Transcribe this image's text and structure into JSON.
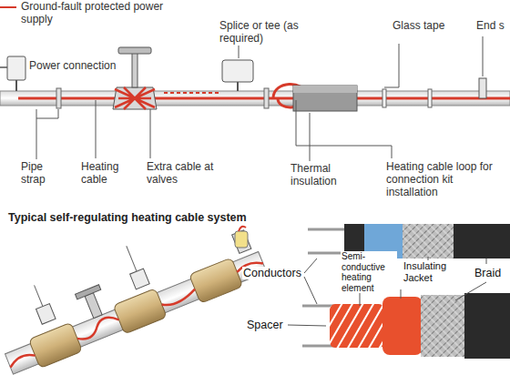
{
  "diagram": {
    "labels": [
      "Ground-fault protected power supply",
      "Power connection",
      "Splice or tee (as required)",
      "Glass tape",
      "End s",
      "Pipe strap",
      "Heating cable",
      "Extra cable at valves",
      "Thermal insulation",
      "Heating cable loop for connection kit installation",
      "Typical self-regulating heating cable system",
      "Conductors",
      "Semi-conductive heating element",
      "Insulating Jacket",
      "Braid",
      "Spacer"
    ]
  }
}
